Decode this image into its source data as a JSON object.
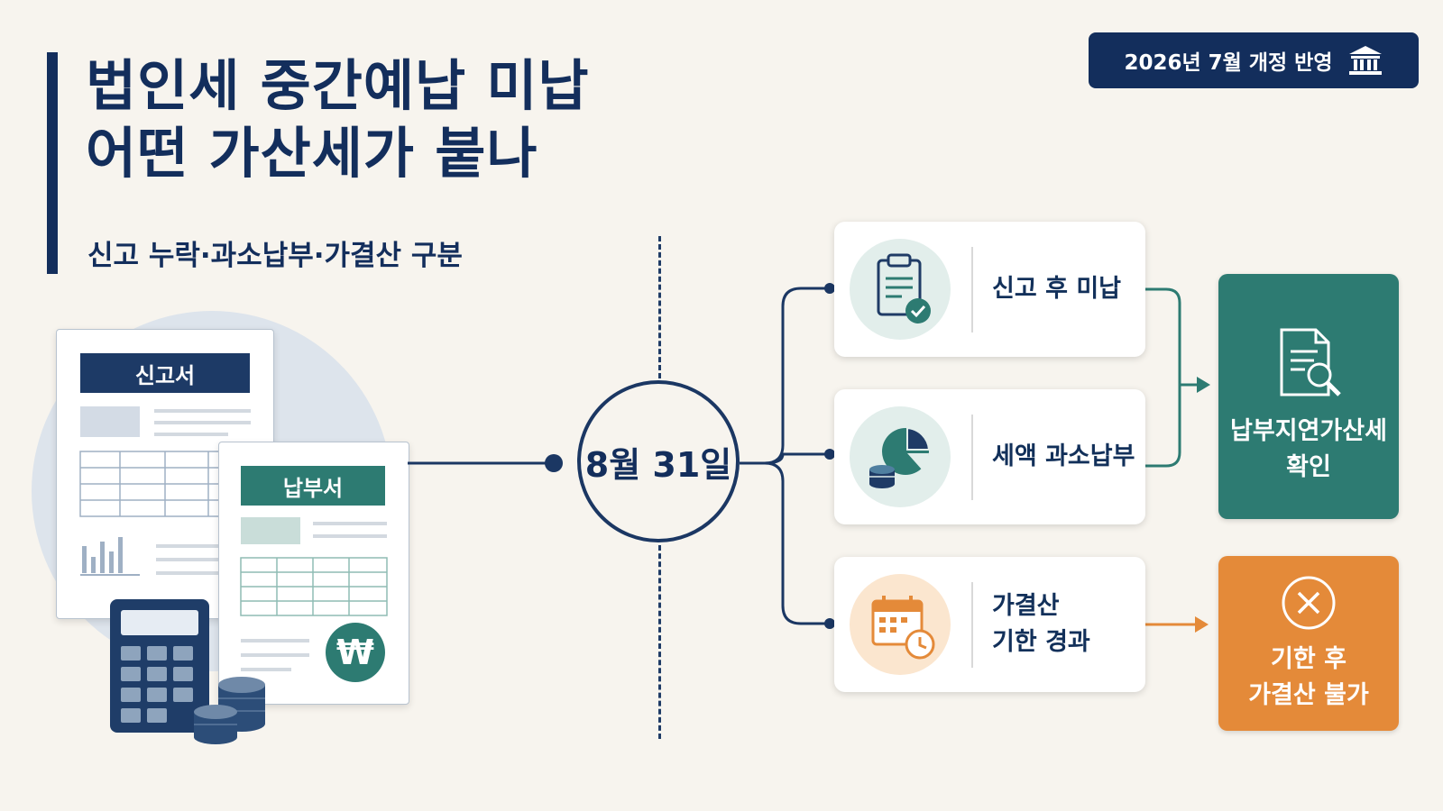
{
  "header": {
    "title_line1": "법인세 중간예납 미납",
    "title_line2": "어떤 가산세가 붙나",
    "subtitle": "신고 누락·과소납부·가결산 구분",
    "badge": "2026년 7월 개정 반영"
  },
  "documents": {
    "report_label": "신고서",
    "payment_label": "납부서",
    "currency_symbol": "₩"
  },
  "hub": {
    "label": "8월 31일"
  },
  "cases": [
    {
      "label": "신고 후 미납",
      "icon": "clipboard-check-icon"
    },
    {
      "label": "세액 과소납부",
      "icon": "pie-chart-coins-icon"
    },
    {
      "label": "가결산\n기한 경과",
      "icon": "calendar-clock-icon"
    }
  ],
  "results": {
    "penalty": {
      "label": "납부지연가산세\n확인",
      "icon": "document-search-icon"
    },
    "not_allowed": {
      "label": "기한 후\n가결산 불가",
      "icon": "x-circle-icon"
    }
  },
  "colors": {
    "navy": "#132e5c",
    "teal": "#2d7b72",
    "orange": "#e48a39",
    "background": "#f7f4ee"
  }
}
